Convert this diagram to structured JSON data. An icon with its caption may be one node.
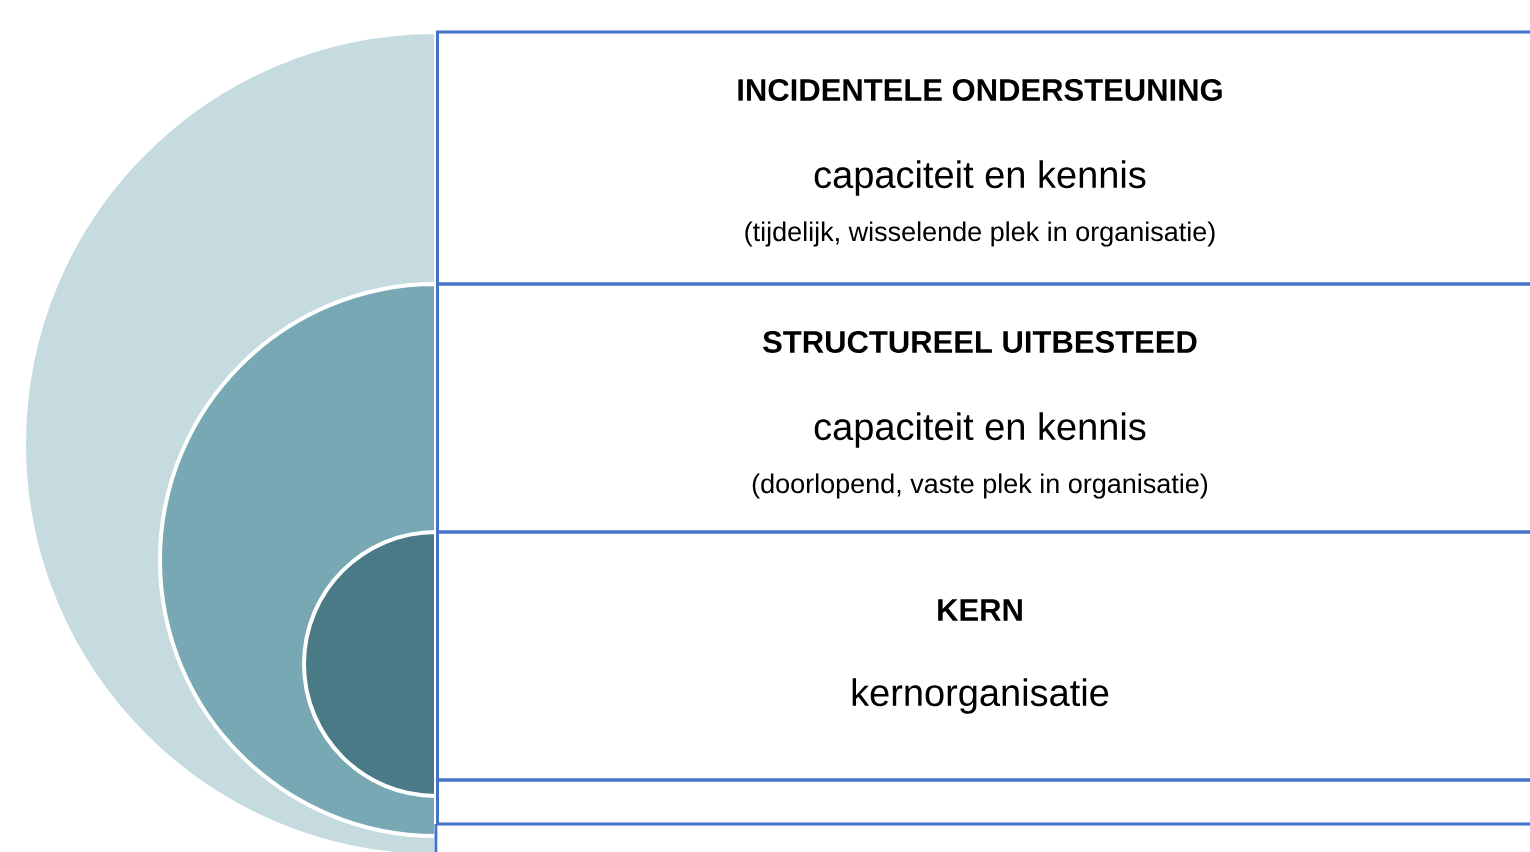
{
  "diagram": {
    "nodes": [
      {
        "text": [
          "INCIDENTELE ONDERSTEUNING",
          "capaciteit en kennis",
          "(tijdelijk, wisselende plek in organisatie)"
        ]
      },
      {
        "text": [
          "STRUCTUREEL UITBESTEED",
          "capaciteit en kennis",
          "(doorlopend, vaste plek in organisatie)"
        ]
      },
      {
        "text": [
          "KERN",
          "kernorganisatie"
        ]
      },
      {
        "text": [],
        "shape": "box"
      }
    ]
  }
}
